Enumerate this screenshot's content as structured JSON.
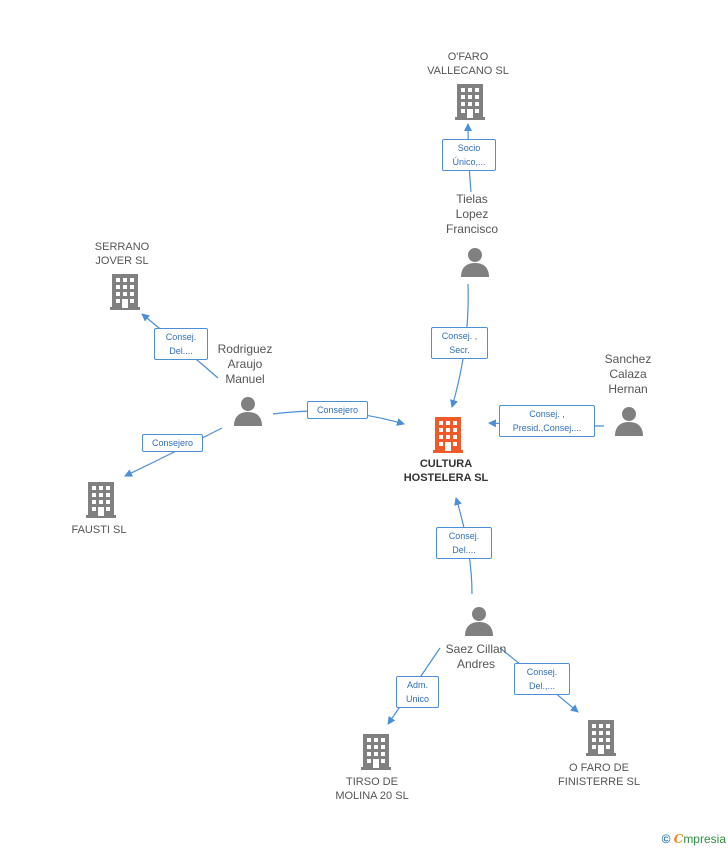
{
  "colors": {
    "edge": "#4a8fd8",
    "node_icon": "#808080",
    "center_icon": "#f05a28"
  },
  "nodes": {
    "center": {
      "label": "CULTURA\nHOSTELERA SL",
      "icon": "building-icon"
    },
    "ofaro_vallecano": {
      "label": "O'FARO\nVALLECANO SL",
      "icon": "building-icon"
    },
    "tielas": {
      "label": "Tielas\nLopez\nFrancisco",
      "icon": "person-icon"
    },
    "serrano": {
      "label": "SERRANO\nJOVER SL",
      "icon": "building-icon"
    },
    "rodriguez": {
      "label": "Rodriguez\nAraujo\nManuel",
      "icon": "person-icon"
    },
    "sanchez": {
      "label": "Sanchez\nCalaza\nHernan",
      "icon": "person-icon"
    },
    "fausti": {
      "label": "FAUSTI SL",
      "icon": "building-icon"
    },
    "saez": {
      "label": "Saez Cillan\nAndres",
      "icon": "person-icon"
    },
    "tirso": {
      "label": "TIRSO DE\nMOLINA 20 SL",
      "icon": "building-icon"
    },
    "ofaro_finisterre": {
      "label": "O FARO DE\nFINISTERRE SL",
      "icon": "building-icon"
    }
  },
  "edges": {
    "tielas_ofaro": "Socio\nÚnico,...",
    "tielas_center": "Consej. ,\nSecr.",
    "rodriguez_serrano": "Consej.\nDel....",
    "rodriguez_center": "Consejero",
    "rodriguez_fausti": "Consejero",
    "sanchez_center": "Consej. ,\nPresid.,Consej....",
    "saez_center": "Consej.\nDel....",
    "saez_tirso": "Adm.\nUnico",
    "saez_ofaro_finisterre": "Consej.\nDel.,..."
  },
  "watermark": {
    "copyright": "©",
    "brand_initial": "C",
    "brand_rest": "mpresia"
  }
}
